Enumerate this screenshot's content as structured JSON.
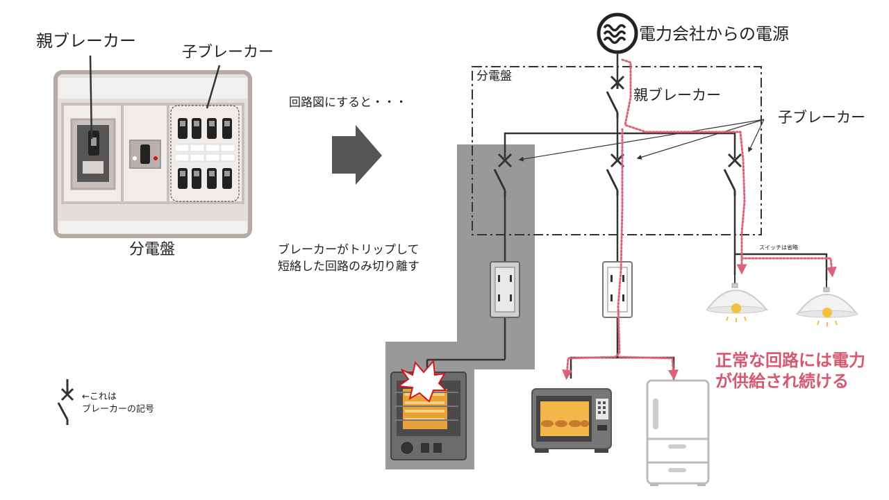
{
  "panel_illustration": {
    "main_breaker_label": "親ブレーカー",
    "branch_breaker_label": "子ブレーカー",
    "caption": "分電盤"
  },
  "arrow_caption": "回路図にすると・・・",
  "circuit": {
    "power_source_label": "電力会社からの電源",
    "panel_box_label": "分電盤",
    "main_breaker_label": "親ブレーカー",
    "branch_breakers_label": "子ブレーカー",
    "trip_note_line1": "ブレーカーがトリップして",
    "trip_note_line2": "短絡した回路のみ切り離す",
    "switch_note": "スイッチは省略",
    "result_line1": "正常な回路には電力",
    "result_line2": "が供給され続ける"
  },
  "legend": {
    "line1": "←これは",
    "line2": "ブレーカーの記号"
  },
  "colors": {
    "flow_path": "#e0607a",
    "result_text": "#d9566e",
    "isolated_area": "#999999",
    "wire": "#333333"
  }
}
